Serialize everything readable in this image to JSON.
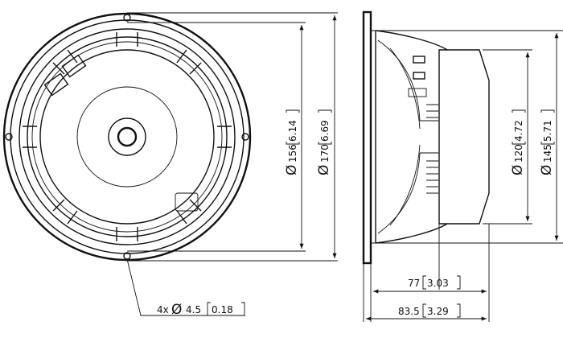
{
  "front_view": {
    "hole_callout": {
      "count_prefix": "4x",
      "diameter_symbol": "Ø",
      "value_mm": "4.5",
      "value_in": "0.18"
    },
    "dim_inner": {
      "diameter_symbol": "Ø",
      "value_mm": "156",
      "value_in": "6.14"
    },
    "dim_outer": {
      "diameter_symbol": "Ø",
      "value_mm": "170",
      "value_in": "6.69"
    }
  },
  "side_view": {
    "dim_magnet": {
      "diameter_symbol": "Ø",
      "value_mm": "120",
      "value_in": "4.72"
    },
    "dim_cutout": {
      "diameter_symbol": "Ø",
      "value_mm": "145",
      "value_in": "5.71"
    },
    "dim_depth": {
      "value_mm": "77",
      "value_in": "3.03"
    },
    "dim_total_depth": {
      "value_mm": "83.5",
      "value_in": "3.29"
    }
  }
}
